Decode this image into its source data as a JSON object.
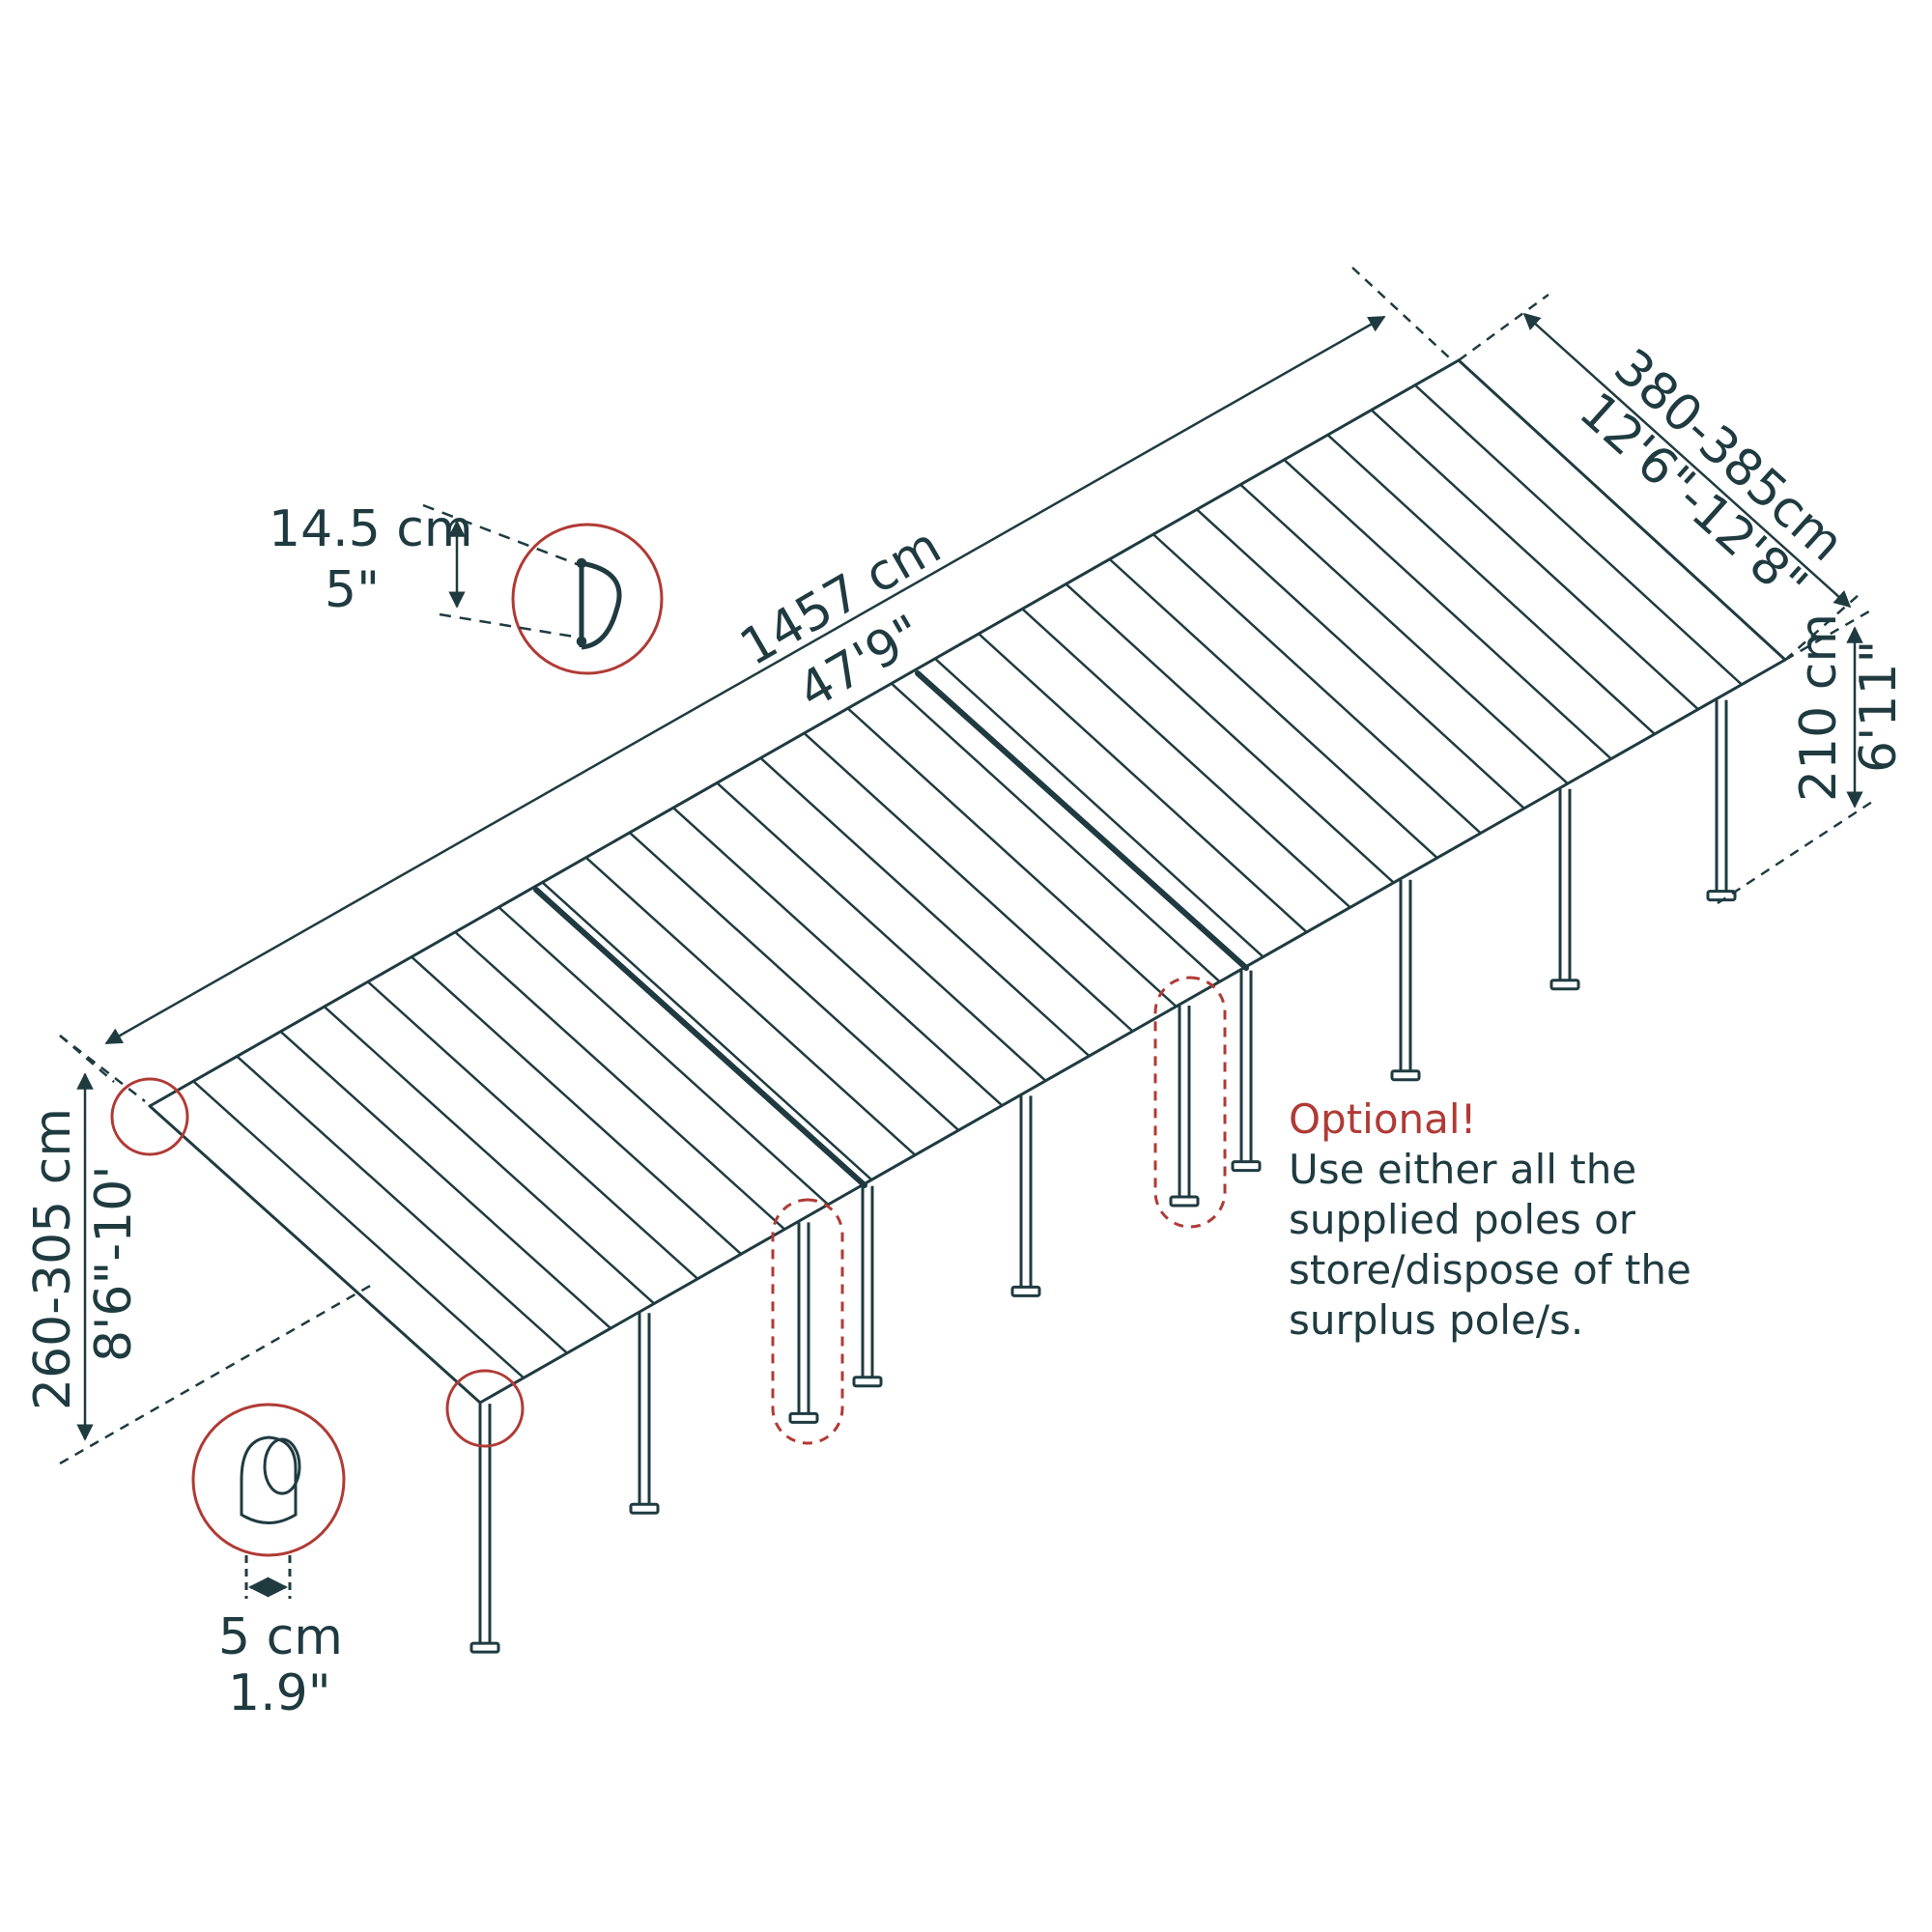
{
  "colors": {
    "line": "#1f3b40",
    "accent": "#b03a35",
    "background": "#ffffff"
  },
  "dimensions": {
    "length_cm": "1457 cm",
    "length_ft": "47'9\"",
    "width_cm": "380-385cm",
    "width_ft": "12'6\"-12'8\"",
    "back_height_cm": "210 cm",
    "back_height_ft": "6'11\"",
    "front_height_cm": "260-305 cm",
    "front_height_ft": "8'6\"-10'",
    "profile_cm": "14.5 cm",
    "profile_in": "5\"",
    "pole_cm": "5 cm",
    "pole_in": "1.9\""
  },
  "note": {
    "title": "Optional!",
    "lines": [
      "Use either all the",
      "supplied poles or",
      "store/dispose of the",
      "surplus pole/s."
    ]
  }
}
